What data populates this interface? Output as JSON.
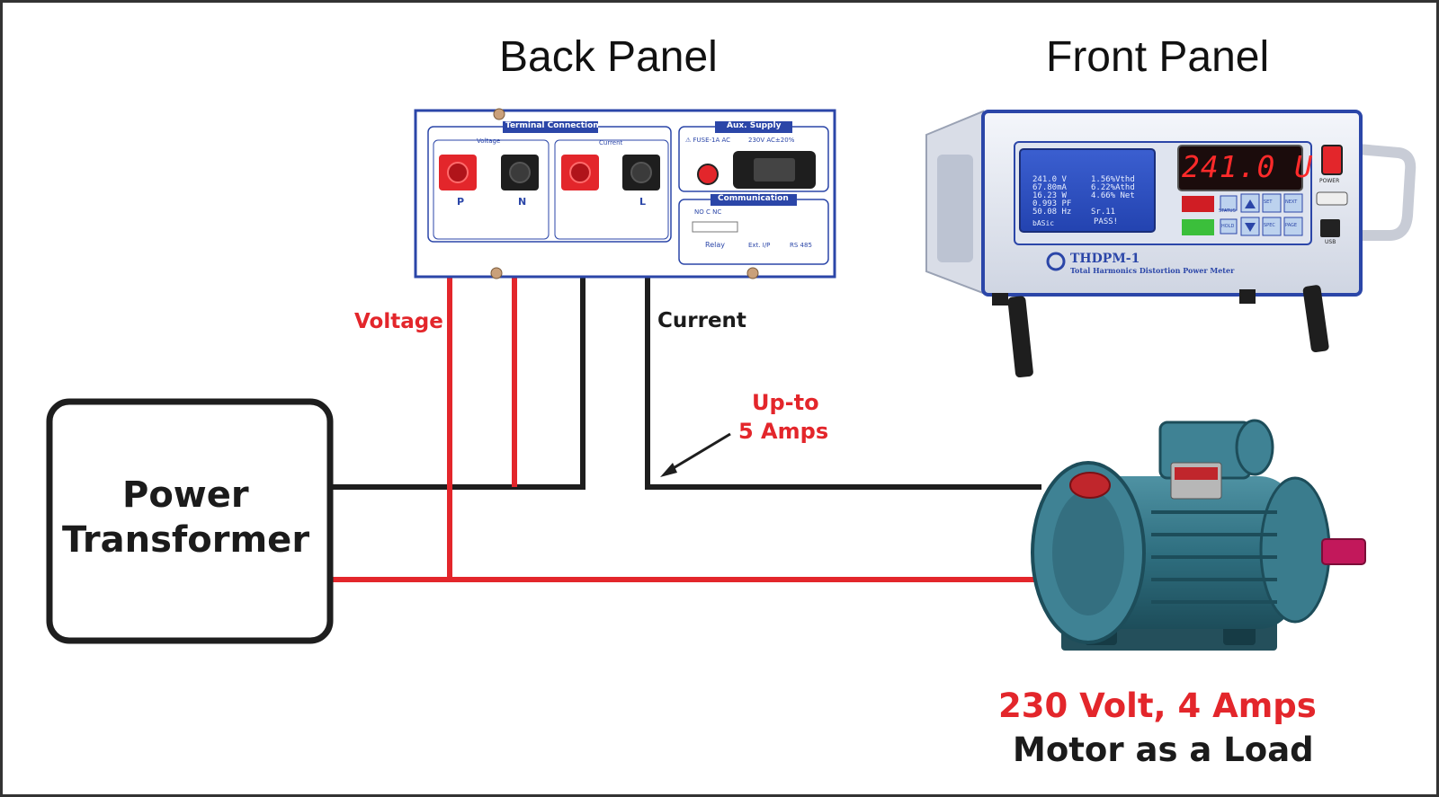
{
  "headings": {
    "back_panel": "Back Panel",
    "front_panel": "Front Panel"
  },
  "labels": {
    "voltage": "Voltage",
    "current": "Current",
    "upto_line1": "Up-to",
    "upto_line2": "5 Amps",
    "transformer_line1": "Power",
    "transformer_line2": "Transformer",
    "motor_rating": "230 Volt, 4 Amps",
    "motor_load": "Motor as a Load"
  },
  "back_panel": {
    "terminal_connection": "Terminal Connection",
    "voltage": "Voltage",
    "current": "Current",
    "terminal_p": "P",
    "terminal_n": "N",
    "terminal_l": "L",
    "aux_supply": "Aux. Supply",
    "fuse": "⚠ FUSE-1A AC",
    "supply_rating": "230V AC±20%",
    "communication": "Communication",
    "no_c_nc": "NO  C  NC",
    "relay": "Relay",
    "ext_ip": "Ext. I/P",
    "rs485": "RS 485"
  },
  "front_panel": {
    "lcd_left": [
      "241.0 V",
      "67.80mA",
      "16.23 W",
      "0.993 PF",
      "50.08 Hz"
    ],
    "lcd_right": [
      "1.56%Vthd",
      "6.22%Athd",
      "4.66% Net",
      "",
      "Sr.11"
    ],
    "lcd_mode": "bASic",
    "lcd_status": "PASS!",
    "led_display": "241.0 U",
    "btn_set": "SET",
    "btn_next": "NEXT",
    "btn_hold": "HOLD",
    "btn_spec": "SPEC",
    "btn_page": "PAGE",
    "status": "STATUS",
    "power": "POWER",
    "usb": "USB",
    "model": "THDPM-1",
    "model_desc": "Total Harmonics Distortion Power Meter"
  },
  "colors": {
    "red_wire": "#e3262b",
    "black_wire": "#1e1e1e",
    "panel_blue": "#2b46a8",
    "motor_teal": "#2f6f80"
  }
}
